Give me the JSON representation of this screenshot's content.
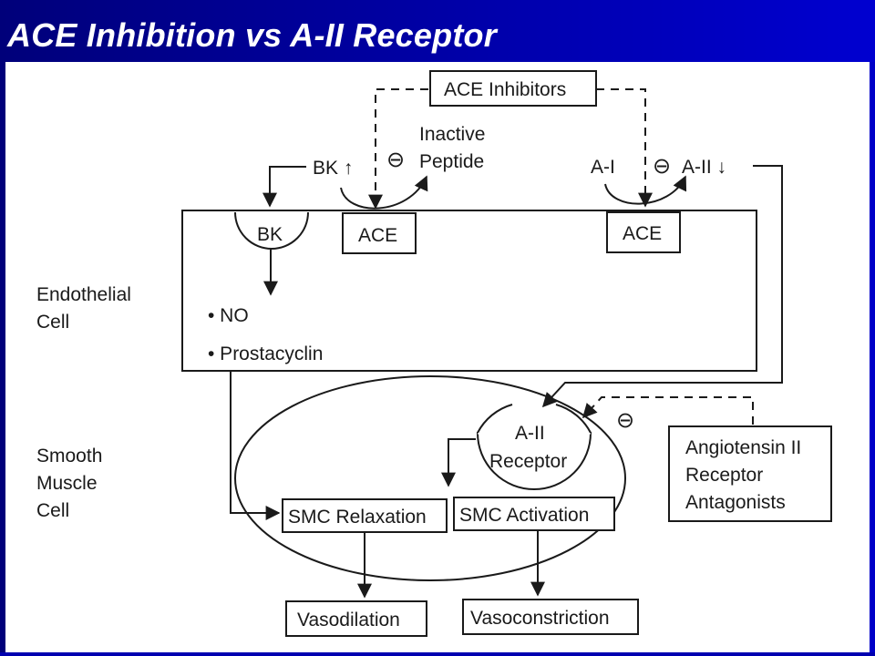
{
  "title": "ACE Inhibition vs A-II Receptor",
  "colors": {
    "title_bar": "#0000aa",
    "title_text": "#ffffff",
    "line": "#1a1a1a"
  },
  "diagram": {
    "ace_inhibitors": "ACE Inhibitors",
    "inhibit_symbol": "⊖",
    "inactive": "Inactive",
    "peptide": "Peptide",
    "bk_up": "BK ↑",
    "a1": "A-I",
    "a2_down": "A-II ↓",
    "bk_receptor": "BK",
    "ace_left": "ACE",
    "ace_right": "ACE",
    "endothelial_line1": "Endothelial",
    "endothelial_line2": "Cell",
    "no": "• NO",
    "prostacyclin": "• Prostacyclin",
    "smooth_line1": "Smooth",
    "smooth_line2": "Muscle",
    "smooth_line3": "Cell",
    "a2_receptor_line1": "A-II",
    "a2_receptor_line2": "Receptor",
    "antagonist_line1": "Angiotensin II",
    "antagonist_line2": "Receptor",
    "antagonist_line3": "Antagonists",
    "smc_relaxation": "SMC Relaxation",
    "smc_activation": "SMC Activation",
    "vasodilation": "Vasodilation",
    "vasoconstriction": "Vasoconstriction"
  }
}
